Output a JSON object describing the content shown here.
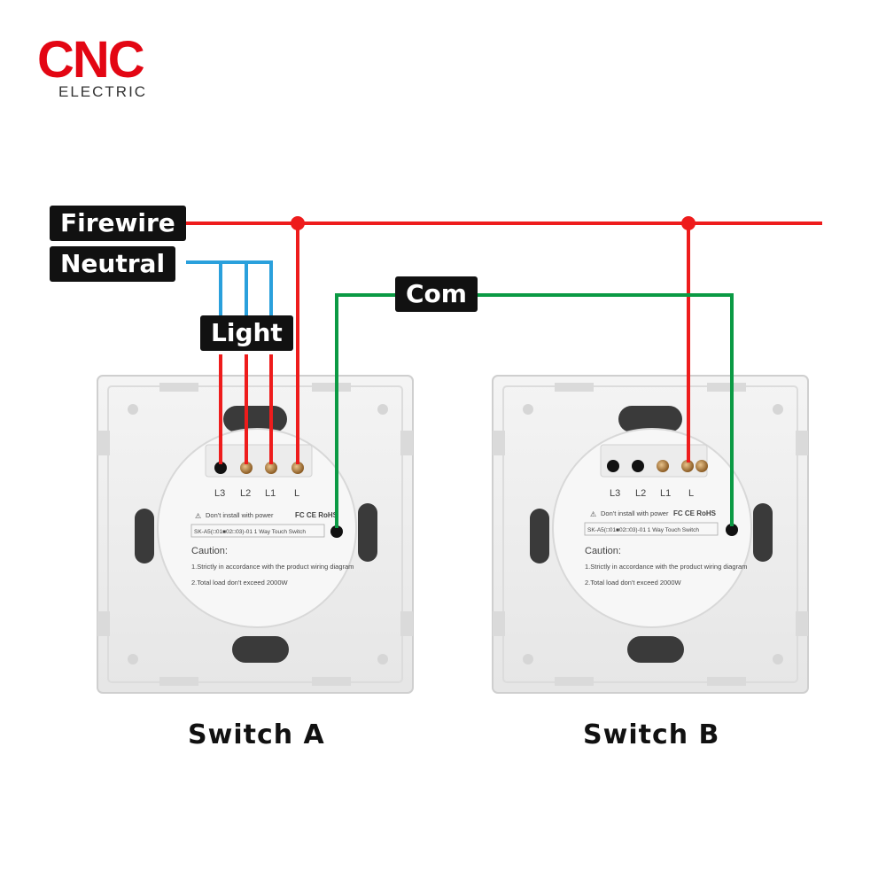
{
  "brand": {
    "name": "CNC",
    "subtitle": "ELECTRIC",
    "color": "#e30613"
  },
  "wire_labels": {
    "firewire": "Firewire",
    "neutral": "Neutral",
    "com": "Com",
    "light": "Light"
  },
  "wire_colors": {
    "firewire": "#ee1c1c",
    "neutral": "#2aa0dc",
    "com": "#0b9a44"
  },
  "switches": [
    {
      "caption": "Switch A",
      "terminals": [
        "L3",
        "L2",
        "L1",
        "L"
      ],
      "warning": "Don't install with power",
      "certs": "FC CE RoHS",
      "model": "SK-A5(□01■02□03)-01  1 Way Touch Switch",
      "caution_title": "Caution:",
      "caution_1": "1.Strictly in accordance with the product wiring diagram",
      "caution_2": "2.Total load don't exceed 2000W"
    },
    {
      "caption": "Switch B",
      "terminals": [
        "L3",
        "L2",
        "L1",
        "L"
      ],
      "warning": "Don't install with power",
      "certs": "FC CE RoHS",
      "model": "SK-A5(□01■02□03)-01  1 Way Touch Switch",
      "caution_title": "Caution:",
      "caution_1": "1.Strictly in accordance with the product wiring diagram",
      "caution_2": "2.Total load don't exceed 2000W"
    }
  ]
}
